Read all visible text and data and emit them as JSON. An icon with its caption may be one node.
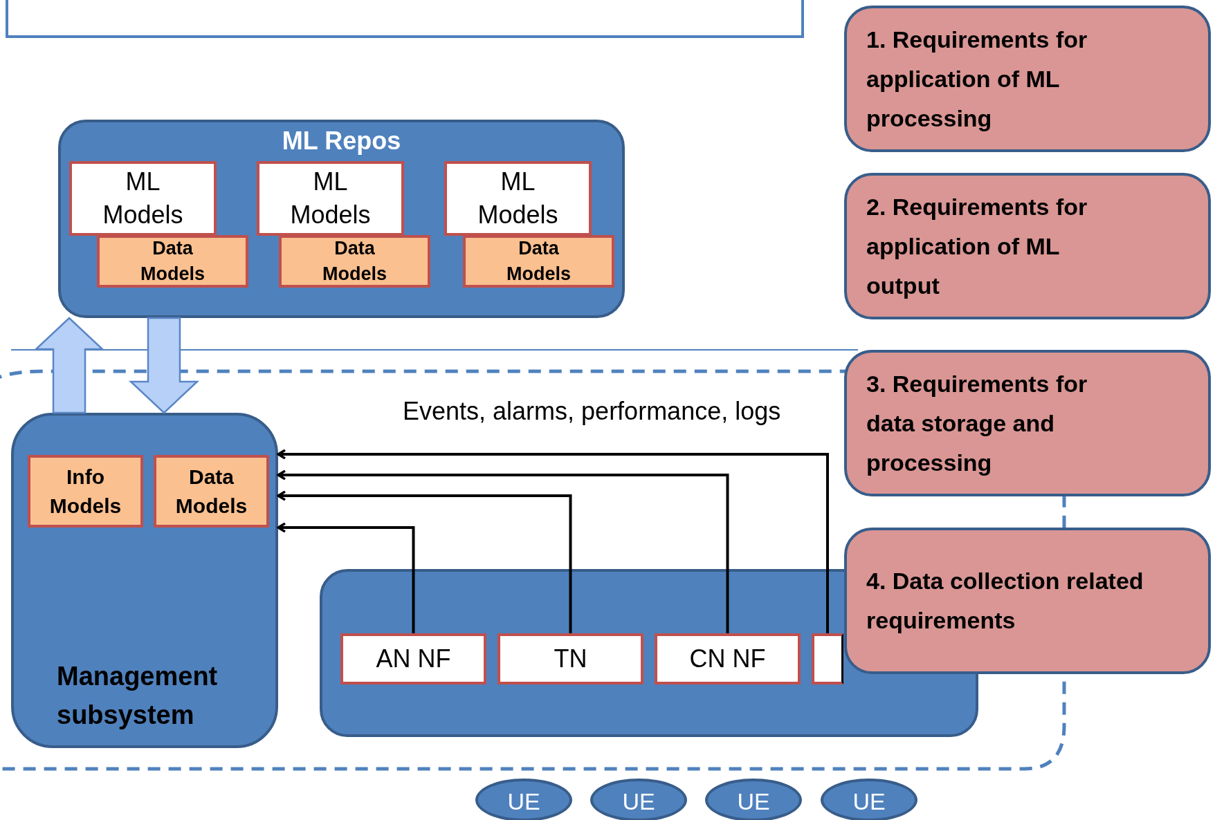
{
  "diagram": {
    "nodes": [
      {
        "text": [
          "ML Repos"
        ]
      },
      {
        "text": [
          "ML Models"
        ],
        "in": 0
      },
      {
        "text": [
          "Data Models"
        ],
        "in": 0
      },
      {
        "text": [
          "ML Models"
        ],
        "in": 0
      },
      {
        "text": [
          "Data Models"
        ],
        "in": 0
      },
      {
        "text": [
          "ML Models"
        ],
        "in": 0
      },
      {
        "text": [
          "Data Models"
        ],
        "in": 0
      },
      {
        "text": [
          "1. Requirements for application of ML processing"
        ]
      },
      {
        "text": [
          "2. Requirements for application of ML output"
        ]
      },
      {
        "text": [
          "Management subsystem"
        ]
      },
      {
        "text": [
          "Info Models"
        ],
        "in": 9
      },
      {
        "text": [
          "Data Models"
        ],
        "in": 9
      },
      {
        "text": [
          "3. Requirements for data storage and processing"
        ]
      },
      {
        "text": [],
        "shape": "box"
      },
      {
        "text": [
          "AN NF"
        ],
        "in": 13
      },
      {
        "text": [
          "TN"
        ],
        "in": 13
      },
      {
        "text": [
          "CN NF"
        ],
        "in": 13
      },
      {
        "text": [],
        "shape": "box",
        "in": 13
      },
      {
        "text": [
          "4. Data collection related requirements"
        ]
      },
      {
        "text": [
          "UE"
        ]
      },
      {
        "text": [
          "UE"
        ]
      },
      {
        "text": [
          "UE"
        ]
      },
      {
        "text": [
          "UE"
        ]
      }
    ],
    "edges": [
      {
        "from": 9,
        "to": 0,
        "arrow": "to",
        "style": "thick",
        "color": "#b7d0f7"
      },
      {
        "from": 0,
        "to": 9,
        "arrow": "to",
        "style": "thick",
        "color": "#b7d0f7"
      },
      {
        "from": 17,
        "to": 9,
        "arrow": "to",
        "label": "Events, alarms, performance, logs"
      },
      {
        "from": 16,
        "to": 9,
        "arrow": "to"
      },
      {
        "from": 15,
        "to": 9,
        "arrow": "to"
      },
      {
        "from": 14,
        "to": 9,
        "arrow": "to"
      }
    ]
  }
}
